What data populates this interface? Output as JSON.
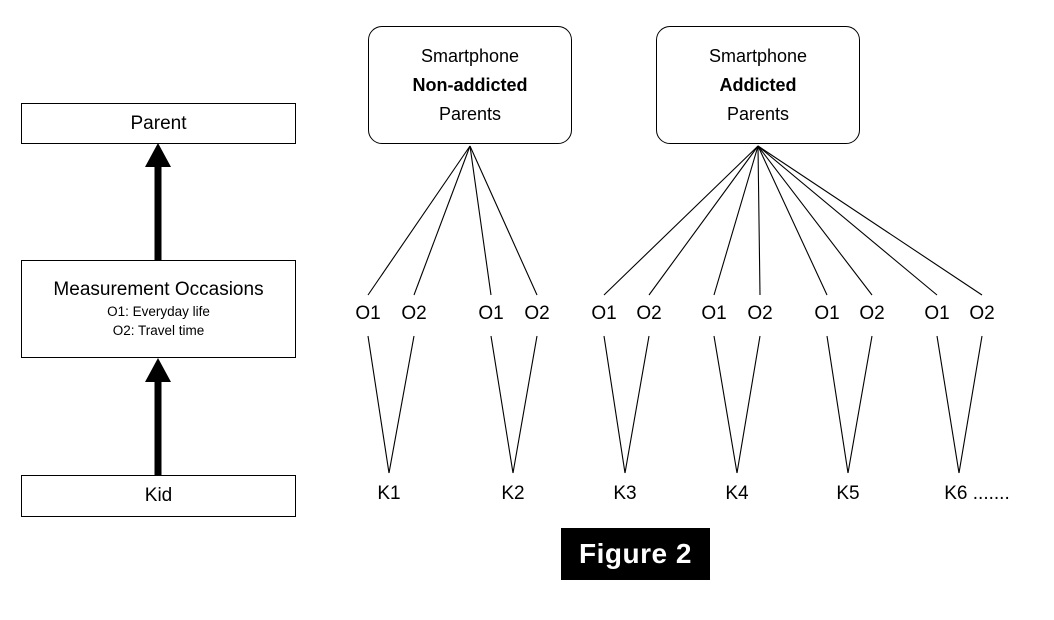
{
  "left_panel": {
    "parent_box": {
      "label": "Parent"
    },
    "measurement_box": {
      "title": "Measurement Occasions",
      "line1": "O1: Everyday life",
      "line2": "O2: Travel time"
    },
    "kid_box": {
      "label": "Kid"
    },
    "arrows": [
      {
        "name": "kid-to-measurement-arrow",
        "direction": "up"
      },
      {
        "name": "measurement-to-parent-arrow",
        "direction": "up"
      }
    ]
  },
  "right_panel": {
    "groups": [
      {
        "id": "non-addicted",
        "line1": "Smartphone",
        "line2": "Non-addicted",
        "line3": "Parents",
        "kids": [
          {
            "label": "K1",
            "occasions": [
              "O1",
              "O2"
            ]
          },
          {
            "label": "K2",
            "occasions": [
              "O1",
              "O2"
            ]
          }
        ]
      },
      {
        "id": "addicted",
        "line1": "Smartphone",
        "line2": "Addicted",
        "line3": "Parents",
        "kids": [
          {
            "label": "K3",
            "occasions": [
              "O1",
              "O2"
            ]
          },
          {
            "label": "K4",
            "occasions": [
              "O1",
              "O2"
            ]
          },
          {
            "label": "K5",
            "occasions": [
              "O1",
              "O2"
            ]
          },
          {
            "label": "K6 .......",
            "occasions": [
              "O1",
              "O2"
            ]
          }
        ]
      }
    ],
    "occasion_labels": [
      "O1",
      "O2",
      "O1",
      "O2",
      "O1",
      "O2",
      "O1",
      "O2",
      "O1",
      "O2",
      "O1",
      "O2"
    ],
    "kid_labels": [
      "K1",
      "K2",
      "K3",
      "K4",
      "K5",
      "K6 ......."
    ]
  },
  "caption": {
    "text": "Figure 2"
  },
  "colors": {
    "stroke": "#000000",
    "background": "#ffffff",
    "caption_background": "#000000",
    "caption_text": "#ffffff"
  }
}
